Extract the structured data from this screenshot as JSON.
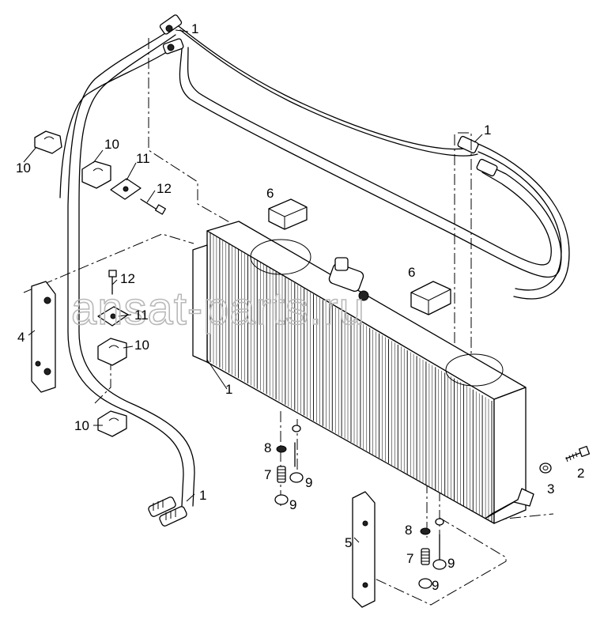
{
  "watermark": "ansat-parts.ru",
  "callouts": [
    {
      "id": "c1a",
      "text": "1"
    },
    {
      "id": "c1b",
      "text": "1"
    },
    {
      "id": "c1c",
      "text": "1"
    },
    {
      "id": "c1d",
      "text": "1"
    },
    {
      "id": "c2",
      "text": "2"
    },
    {
      "id": "c3",
      "text": "3"
    },
    {
      "id": "c4",
      "text": "4"
    },
    {
      "id": "c5",
      "text": "5"
    },
    {
      "id": "c6a",
      "text": "6"
    },
    {
      "id": "c6b",
      "text": "6"
    },
    {
      "id": "c7a",
      "text": "7"
    },
    {
      "id": "c7b",
      "text": "7"
    },
    {
      "id": "c8a",
      "text": "8"
    },
    {
      "id": "c8b",
      "text": "8"
    },
    {
      "id": "c9a",
      "text": "9"
    },
    {
      "id": "c9b",
      "text": "9"
    },
    {
      "id": "c9c",
      "text": "9"
    },
    {
      "id": "c9d",
      "text": "9"
    },
    {
      "id": "c10a",
      "text": "10"
    },
    {
      "id": "c10b",
      "text": "10"
    },
    {
      "id": "c10c",
      "text": "10"
    },
    {
      "id": "c10d",
      "text": "10"
    },
    {
      "id": "c11a",
      "text": "11"
    },
    {
      "id": "c11b",
      "text": "11"
    },
    {
      "id": "c12a",
      "text": "12"
    },
    {
      "id": "c12b",
      "text": "12"
    }
  ]
}
